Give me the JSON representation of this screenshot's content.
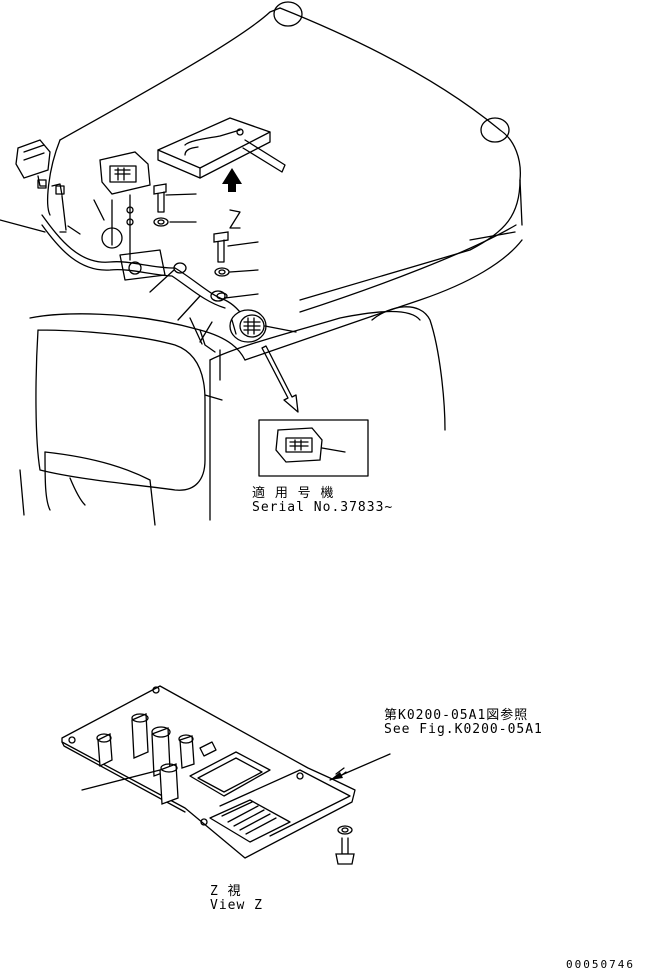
{
  "top_view": {
    "view_marker": "Z",
    "serial_label_jp": "適 用 号 機",
    "serial_label_en": "Serial No.37833~"
  },
  "bottom_view": {
    "ref_label_jp": "第K0200-05A1図参照",
    "ref_label_en": "See Fig.K0200-05A1",
    "view_label_jp": "Z   視",
    "view_label_en": "View Z"
  },
  "drawing_number": "00050746"
}
